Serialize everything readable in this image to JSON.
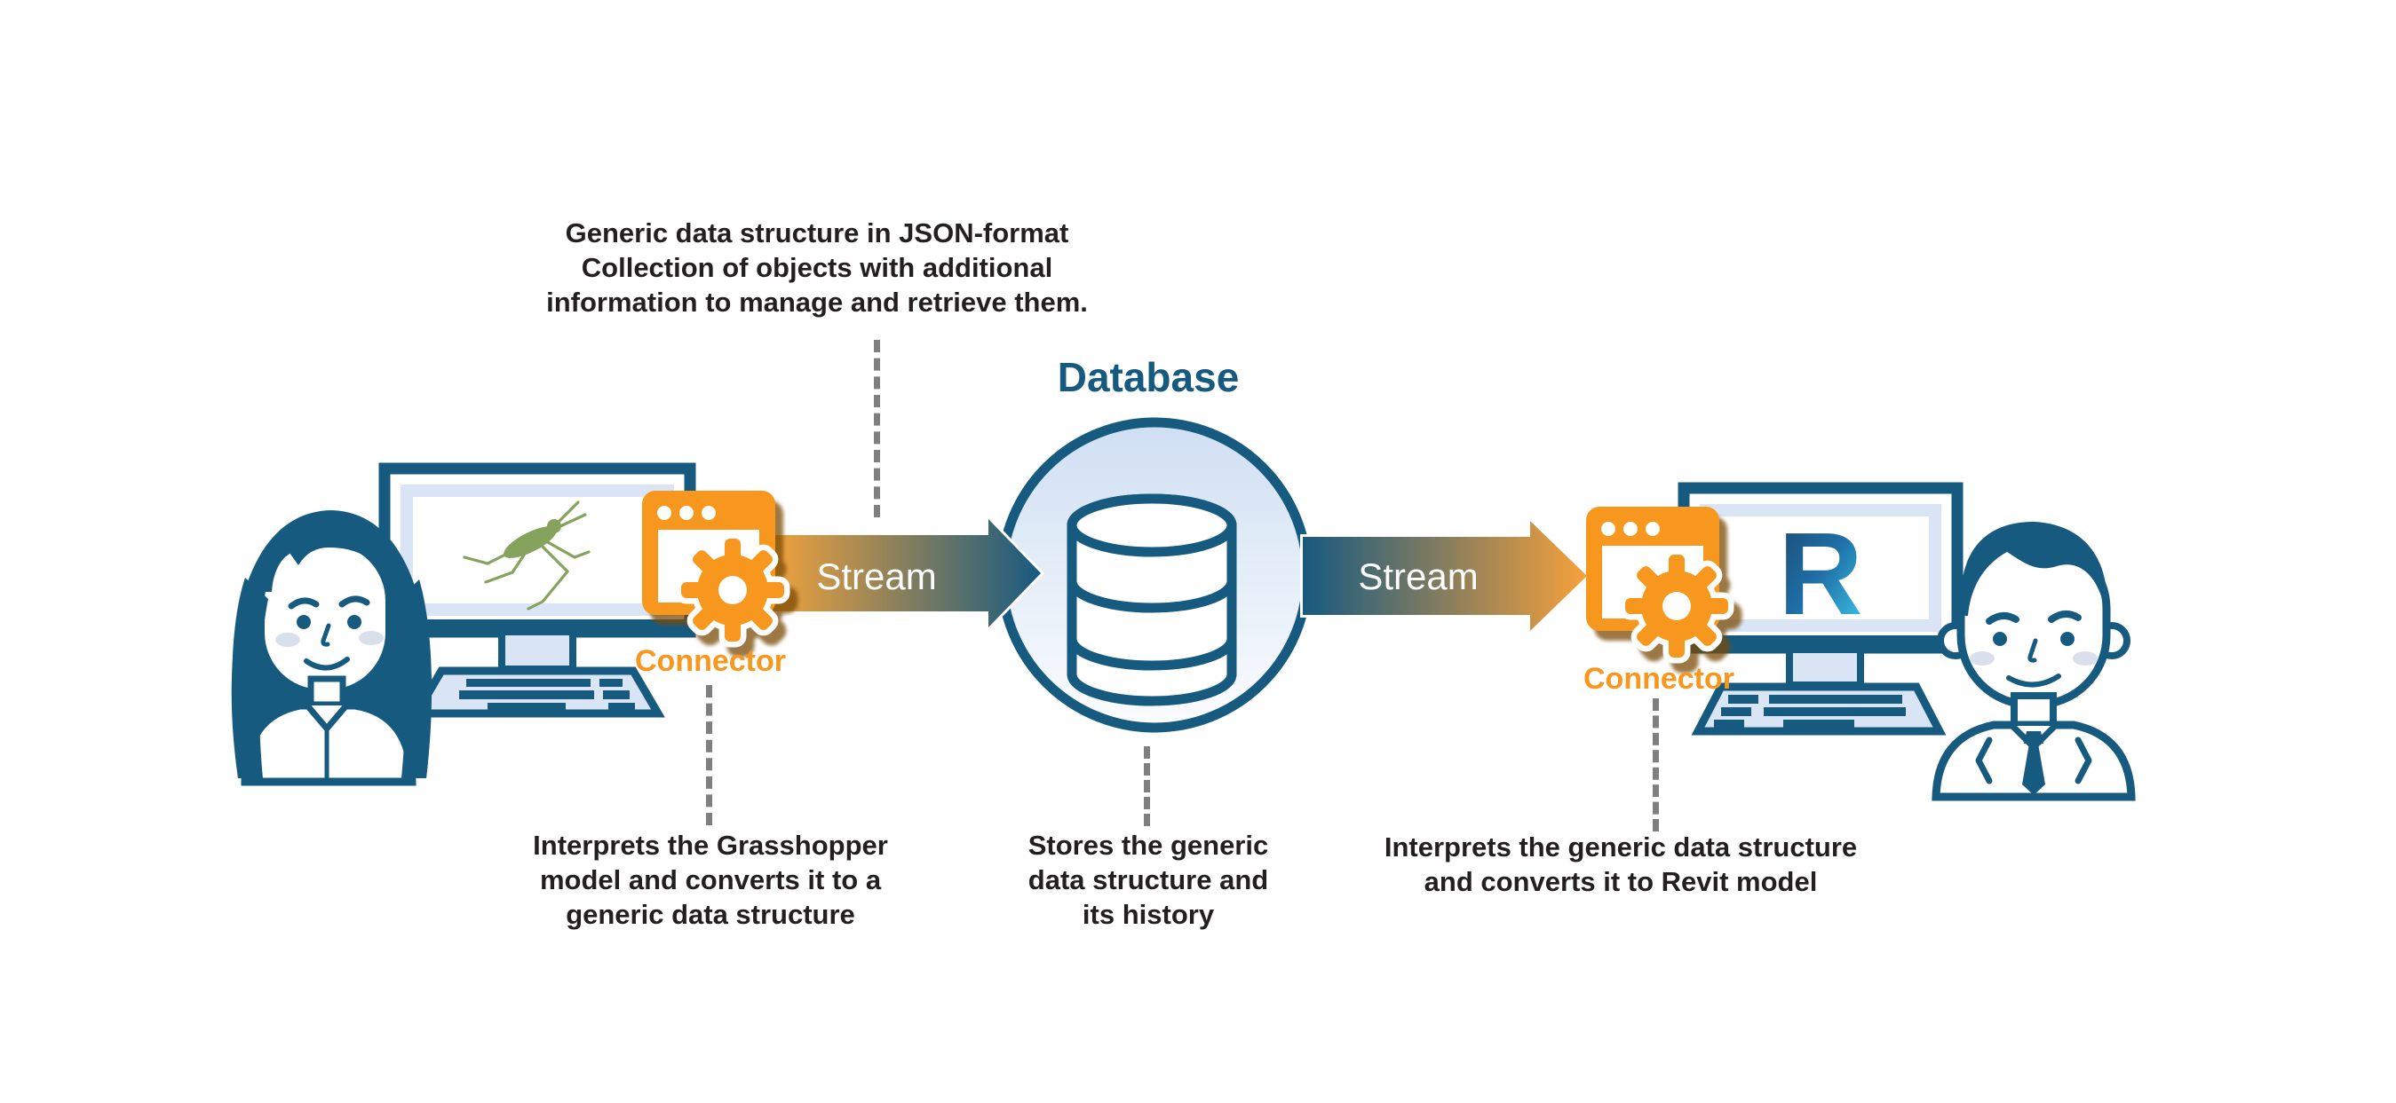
{
  "colors": {
    "teal": "#175A80",
    "orange": "#F7971D",
    "light_blue": "#D9E5F5",
    "dash_gray": "#7F7F7F",
    "text_black": "#231F20",
    "grasshopper_green": "#85A35C",
    "revit_dark_blue": "#1B4870",
    "revit_cyan": "#3ECBEE"
  },
  "annotations": {
    "json_note": {
      "lines": [
        "Generic data structure in JSON-format",
        "Collection of objects with additional",
        "information to manage and retrieve them."
      ]
    },
    "grasshopper_note": {
      "lines": [
        "Interprets the Grasshopper",
        "model and converts it to a",
        "generic data structure"
      ]
    },
    "database_note": {
      "lines": [
        "Stores the generic",
        "data structure and",
        "its history"
      ]
    },
    "revit_note": {
      "lines": [
        "Interprets the generic data structure",
        "and converts it to Revit model"
      ]
    }
  },
  "nodes": {
    "database": {
      "label": "Database"
    },
    "left_connector": {
      "label": "Connector"
    },
    "right_connector": {
      "label": "Connector"
    },
    "left_stream": {
      "label": "Stream"
    },
    "right_stream": {
      "label": "Stream"
    }
  },
  "icons": {
    "revit_letter": "R",
    "left_screen_icon": "grasshopper-icon",
    "right_screen_icon": "revit-logo",
    "database_icon": "database-cylinder-icon",
    "connector_icon": "browser-window-gear-icon"
  }
}
